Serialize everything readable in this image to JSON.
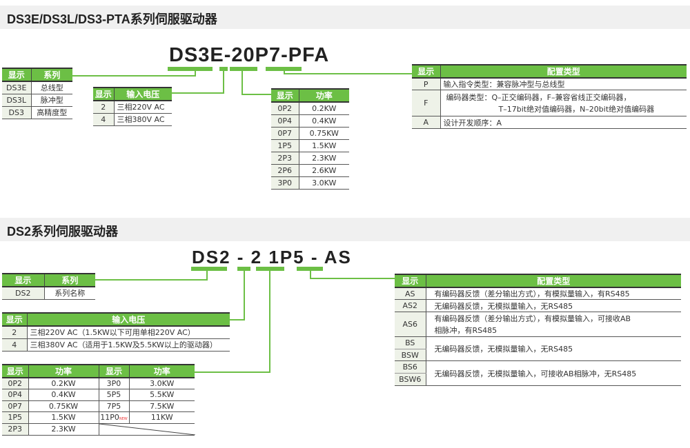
{
  "colors": {
    "accent": "#6cbf45"
  },
  "ds3": {
    "title": "DS3E/DS3L/DS3-PTA系列伺服驱动器",
    "model": "DS3E-20P7-PFA",
    "series": {
      "h": [
        "显示",
        "系列"
      ],
      "rows": [
        [
          "DS3E",
          "总线型"
        ],
        [
          "DS3L",
          "脉冲型"
        ],
        [
          "DS3",
          "高精度型"
        ]
      ]
    },
    "voltage": {
      "h": [
        "显示",
        "输入电压"
      ],
      "rows": [
        [
          "2",
          "三相220V AC"
        ],
        [
          "4",
          "三相380V AC"
        ]
      ]
    },
    "power": {
      "h": [
        "显示",
        "功率"
      ],
      "rows": [
        [
          "0P2",
          "0.2KW"
        ],
        [
          "0P4",
          "0.4KW"
        ],
        [
          "0P7",
          "0.75KW"
        ],
        [
          "1P5",
          "1.5KW"
        ],
        [
          "2P3",
          "2.3KW"
        ],
        [
          "2P6",
          "2.6KW"
        ],
        [
          "3P0",
          "3.0KW"
        ]
      ]
    },
    "config": {
      "h": [
        "显示",
        "配置类型"
      ],
      "rows": [
        [
          "P",
          "输入指令类型：兼容脉冲型与总线型"
        ],
        [
          "F",
          "编码器类型：Q–正交编码器，F–兼容省线正交编码器，",
          "T–17bit绝对值编码器，N–20bit绝对值编码器"
        ],
        [
          "A",
          "设计开发顺序：A"
        ]
      ]
    }
  },
  "ds2": {
    "title": "DS2系列伺服驱动器",
    "model": "DS2 - 2 1P5 - AS",
    "series": {
      "h": [
        "显示",
        "系列"
      ],
      "rows": [
        [
          "DS2",
          "系列名称"
        ]
      ]
    },
    "voltage": {
      "h": [
        "显示",
        "输入电压"
      ],
      "rows": [
        [
          "2",
          "三相220V AC（1.5KW以下可用单相220V AC）"
        ],
        [
          "4",
          "三相380V AC（适用于1.5KW及5.5KW以上的驱动器）"
        ]
      ]
    },
    "power": {
      "h": [
        "显示",
        "功率",
        "显示",
        "功率"
      ],
      "rows": [
        [
          "0P2",
          "0.2KW",
          "3P0",
          "3.0KW"
        ],
        [
          "0P4",
          "0.4KW",
          "5P5",
          "5.5KW"
        ],
        [
          "0P7",
          "0.75KW",
          "7P5",
          "7.5KW"
        ],
        [
          "1P5",
          "1.5KW",
          "11P0",
          "11KW"
        ],
        [
          "2P3",
          "2.3KW"
        ]
      ],
      "new_tag": "NEW"
    },
    "config": {
      "h": [
        "显示",
        "配置类型"
      ],
      "rows": [
        [
          "AS",
          "有编码器反馈（差分输出方式），有模拟量输入，有RS485"
        ],
        [
          "AS2",
          "无编码器反馈，无模拟量输入，无RS485"
        ],
        [
          "AS6",
          "有编码器反馈（差分输出方式），有模拟量输入，可接收AB",
          "相脉冲，有RS485"
        ],
        [
          "BS",
          "BSW",
          "无编码器反馈，无模拟量输入，无RS485"
        ],
        [
          "BS6",
          "BSW6",
          "无编码器反馈，无模拟量输入，可接收AB相脉冲，无RS485"
        ]
      ]
    }
  }
}
